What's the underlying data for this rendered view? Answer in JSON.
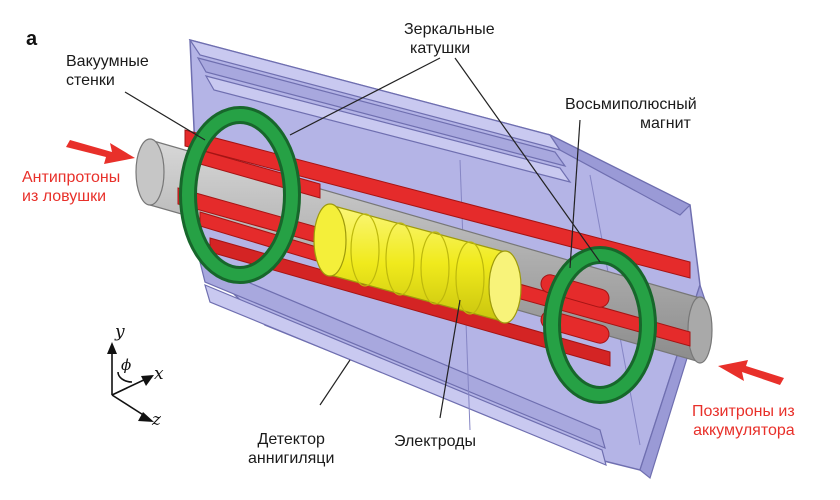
{
  "panel_letter": "a",
  "labels": {
    "vacuum_walls": [
      "Вакуумные",
      "стенки"
    ],
    "mirror_coils": [
      "Зеркальные",
      "катушки"
    ],
    "octupole_magnet": [
      "Восьмиполюсный",
      "магнит"
    ],
    "antiprotons": [
      "Антипротоны",
      "из ловушки"
    ],
    "positrons": [
      "Позитроны из",
      "аккумулятора"
    ],
    "annihilation_detector": [
      "Детектор",
      "аннигиляци"
    ],
    "electrodes": "Электроды"
  },
  "axes": {
    "y": "y",
    "x": "x",
    "z": "z",
    "phi": "ϕ"
  },
  "colors": {
    "vacuum": "#9a9ad6",
    "vacuum_edge": "#6f6fb0",
    "magnet": "#e52b2b",
    "coil": "#1f8a3a",
    "electrode": "#f2ee2a",
    "tube": "#b8b8b8",
    "arrow": "#e8302a"
  }
}
